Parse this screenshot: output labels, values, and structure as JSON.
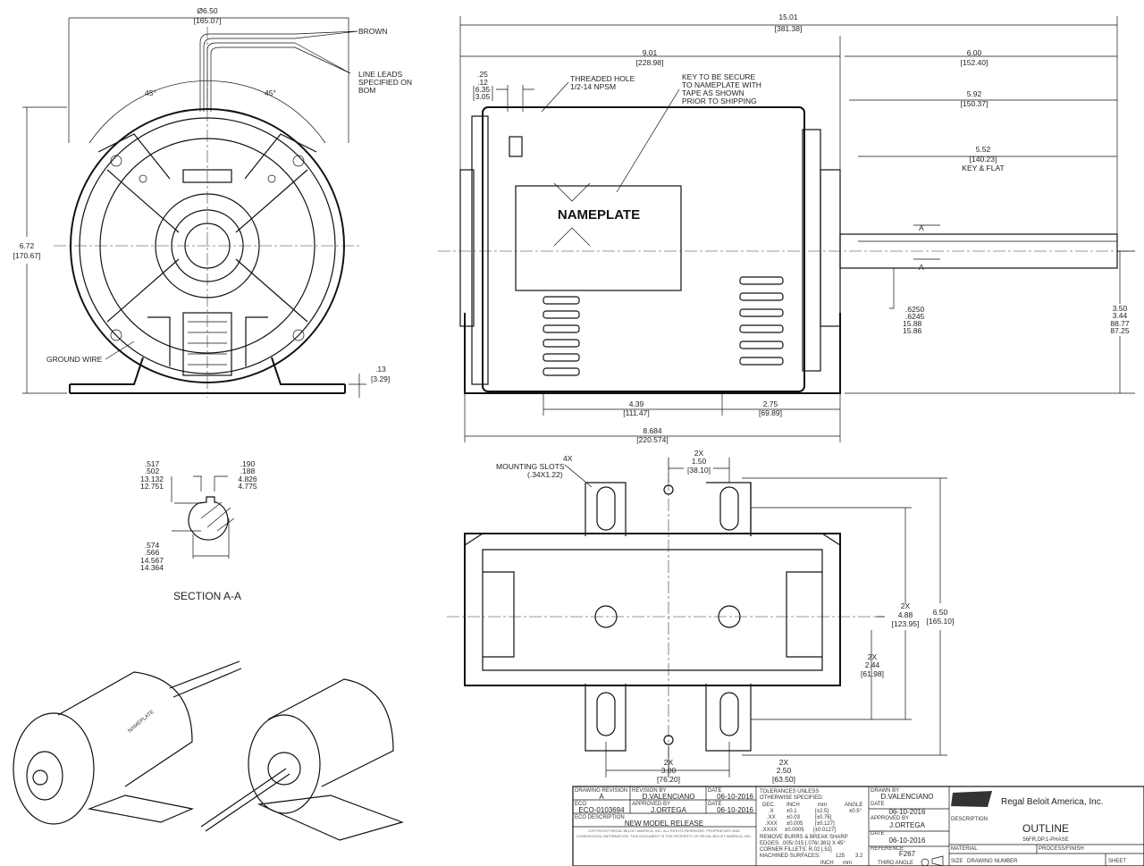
{
  "front_view": {
    "diameter": "Ø6.50",
    "diameter_mm": "[165.07]",
    "brown_label": "BROWN",
    "line_leads": [
      "LINE LEADS",
      "SPECIFIED ON",
      "BOM"
    ],
    "angle_left": "45°",
    "angle_right": "45°",
    "height": "6.72",
    "height_mm": "[170.67]",
    "ground_wire": "GROUND WIRE",
    "foot": ".13",
    "foot_mm": "[3.29]"
  },
  "side_view": {
    "overall": "15.01",
    "overall_mm": "[381.38]",
    "dim_a": "9.01",
    "dim_a_mm": "[228.98]",
    "dim_b": "6.00",
    "dim_b_mm": "[152.40]",
    "dim_c": "5.92",
    "dim_c_mm": "[150.37]",
    "dim_d": "5.52",
    "dim_d_mm": "[140.23]",
    "key_flat": "KEY & FLAT",
    "thread_top": ".25",
    "thread_bot": ".12",
    "thread_top_mm": "6.35",
    "thread_bot_mm": "3.05",
    "threaded_hole": [
      "THREADED HOLE",
      "1/2-14 NPSM"
    ],
    "key_note": [
      "KEY TO BE SECURE",
      "TO NAMEPLATE WITH",
      "TAPE AS SHOWN",
      "PRIOR TO SHIPPING"
    ],
    "nameplate": "NAMEPLATE",
    "section_mark": "A",
    "shaft_dia_max": ".6250",
    "shaft_dia_min": ".6245",
    "shaft_dia_max_mm": "15.88",
    "shaft_dia_min_mm": "15.86",
    "center_max": "3.50",
    "center_min": "3.44",
    "center_max_mm": "88.77",
    "center_min_mm": "87.25",
    "base_left": "4.39",
    "base_left_mm": "[111.47]",
    "base_right": "2.75",
    "base_right_mm": "[69.89]",
    "base_overall": "8.684",
    "base_overall_mm": "[220.574]"
  },
  "section": {
    "title": "SECTION A-A",
    "d1_max": ".517",
    "d1_min": ".502",
    "d1_max_mm": "13.132",
    "d1_min_mm": "12.751",
    "key_max": ".190",
    "key_min": ".188",
    "key_max_mm": "4.826",
    "key_min_mm": "4.775",
    "d2_max": ".574",
    "d2_min": ".566",
    "d2_max_mm": "14.567",
    "d2_min_mm": "14.364"
  },
  "bottom_view": {
    "slots_count": "4X",
    "slots_label": "MOUNTING SLOTS",
    "slots_size": "(.34X1.22)",
    "x2": "2X",
    "top_dim": "1.50",
    "top_dim_mm": "[38.10]",
    "span_dim": "4.88",
    "span_dim_mm": "[123.95]",
    "height_dim": "6.50",
    "height_dim_mm": "[165.10]",
    "half_dim": "2.44",
    "half_dim_mm": "[61.98]",
    "left_dim": "3.00",
    "left_dim_mm": "[76.20]",
    "right_dim": "2.50",
    "right_dim_mm": "[63.50]"
  },
  "iso_views": {
    "nameplate": "NAMEPLATE"
  },
  "title_block": {
    "drawing_revision_label": "DRAWING REVISION",
    "drawing_revision": "A",
    "revision_by_label": "REVISION BY",
    "revision_by": "D.VALENCIANO",
    "date_label": "DATE",
    "revision_date": "06-10-2016",
    "eco_label": "ECO",
    "eco": "ECO-0103694",
    "approved_by_label": "APPROVED BY",
    "approved_by": "J.ORTEGA",
    "approved_date": "06-10-2016",
    "eco_description_label": "ECO DESCRIPTION",
    "eco_description": "NEW MODEL RELEASE",
    "confidential": "COPYRIGHT REGAL BELOIT AMERICA, INC. ALL RIGHTS RESERVED. PROPRIETARY AND CONFIDENTIAL INFORMATION. THIS DOCUMENT IS THE PROPERTY OF REGAL BELOIT AMERICA, INC.",
    "tolerances_title": [
      "TOLERANCES UNLESS",
      "OTHERWISE SPECIFIED:"
    ],
    "tol_header": [
      "DEC.",
      "INCH",
      "mm",
      "ANGLE"
    ],
    "tol_rows": [
      [
        ".X",
        "±0.1",
        "[±2.5]",
        "±0.5°"
      ],
      [
        ".XX",
        "±0.03",
        "[±0.76]",
        ""
      ],
      [
        ".XXX",
        "±0.005",
        "[±0.127]",
        ""
      ],
      [
        ".XXXX",
        "±0.0005",
        "[±0.0127]",
        ""
      ]
    ],
    "burrs": "REMOVE BURRS & BREAK SHARP",
    "edges": "EDGES: .005/.015 [.076/.381] X 45°",
    "fillets": "CORNER FILLETS: R.02 [.51]",
    "machined": "MACHINED SURFACES:",
    "finish_inch": "125",
    "finish_mm": "3.2",
    "inch_label": "INCH",
    "mm_label": "mm",
    "drawn_by_label": "DRAWN BY",
    "drawn_by": "D.VALENCIANO",
    "drawn_date": "06-10-2016",
    "approved2_label": "APPROVED BY",
    "approved2": "J.ORTEGA",
    "approved2_date": "06-10-2016",
    "reference_label": "REFERENCE",
    "reference": "F267",
    "third_angle": "THIRD ANGLE",
    "company": "Regal Beloit America, Inc.",
    "description_label": "DESCRIPTION",
    "description": "OUTLINE",
    "subdescription": "56FR,DP,1-PHASE",
    "material_label": "MATERIAL",
    "process_label": "PROCESS/FINISH",
    "size_label": "SIZE",
    "drawing_number_label": "DRAWING NUMBER",
    "sheet_label": "SHEET"
  }
}
